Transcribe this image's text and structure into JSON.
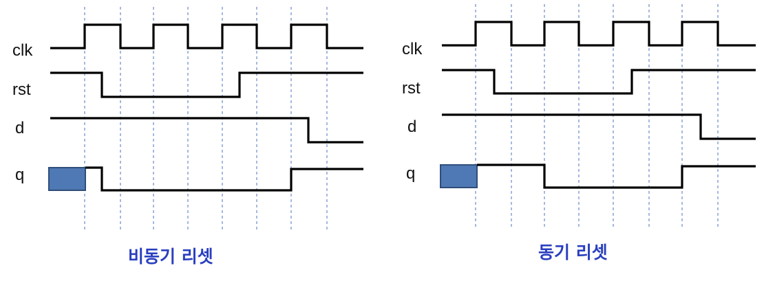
{
  "diagrams": [
    {
      "caption": "비동기 리셋",
      "labels": {
        "clk": "clk",
        "rst": "rst",
        "d": "d",
        "q": "q"
      }
    },
    {
      "caption": "동기 리셋",
      "labels": {
        "clk": "clk",
        "rst": "rst",
        "d": "d",
        "q": "q"
      }
    }
  ],
  "colors": {
    "caption": "#2a3fbf",
    "waveform": "#000000",
    "gridline": "#5b7fc4",
    "unknown_state": "#4f79b4"
  }
}
